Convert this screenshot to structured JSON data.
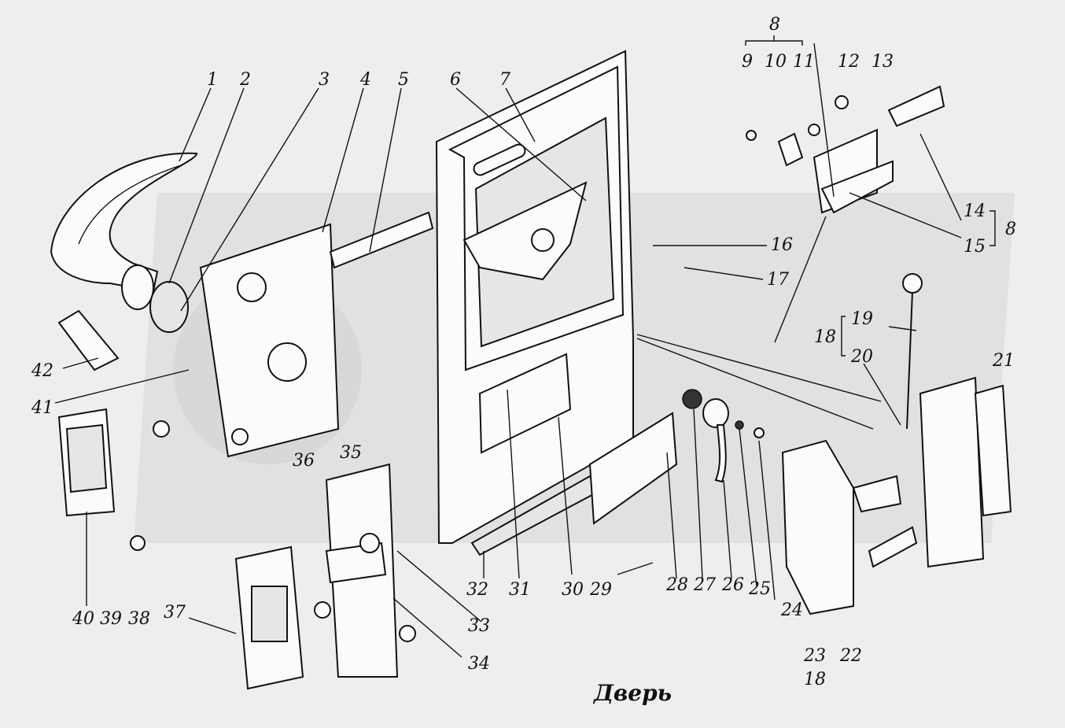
{
  "caption": "Дверь",
  "callouts": [
    {
      "id": "1",
      "text": "1"
    },
    {
      "id": "2",
      "text": "2"
    },
    {
      "id": "3",
      "text": "3"
    },
    {
      "id": "4",
      "text": "4"
    },
    {
      "id": "5",
      "text": "5"
    },
    {
      "id": "6",
      "text": "6"
    },
    {
      "id": "7",
      "text": "7"
    },
    {
      "id": "8a",
      "text": "8"
    },
    {
      "id": "9",
      "text": "9"
    },
    {
      "id": "10",
      "text": "10"
    },
    {
      "id": "11",
      "text": "11"
    },
    {
      "id": "12",
      "text": "12"
    },
    {
      "id": "13",
      "text": "13"
    },
    {
      "id": "14",
      "text": "14"
    },
    {
      "id": "8b",
      "text": "8"
    },
    {
      "id": "15",
      "text": "15"
    },
    {
      "id": "16",
      "text": "16"
    },
    {
      "id": "17",
      "text": "17"
    },
    {
      "id": "18a",
      "text": "18"
    },
    {
      "id": "19",
      "text": "19"
    },
    {
      "id": "20",
      "text": "20"
    },
    {
      "id": "21",
      "text": "21"
    },
    {
      "id": "22",
      "text": "22"
    },
    {
      "id": "23",
      "text": "23"
    },
    {
      "id": "18b",
      "text": "18"
    },
    {
      "id": "24",
      "text": "24"
    },
    {
      "id": "25",
      "text": "25"
    },
    {
      "id": "26",
      "text": "26"
    },
    {
      "id": "27",
      "text": "27"
    },
    {
      "id": "28",
      "text": "28"
    },
    {
      "id": "29",
      "text": "29"
    },
    {
      "id": "30",
      "text": "30"
    },
    {
      "id": "31",
      "text": "31"
    },
    {
      "id": "32",
      "text": "32"
    },
    {
      "id": "33",
      "text": "33"
    },
    {
      "id": "34",
      "text": "34"
    },
    {
      "id": "35",
      "text": "35"
    },
    {
      "id": "36",
      "text": "36"
    },
    {
      "id": "37",
      "text": "37"
    },
    {
      "id": "38",
      "text": "38"
    },
    {
      "id": "39",
      "text": "39"
    },
    {
      "id": "40",
      "text": "40"
    },
    {
      "id": "41",
      "text": "41"
    },
    {
      "id": "42",
      "text": "42"
    }
  ],
  "colors": {
    "background": "#eeeeee",
    "ink": "#111111",
    "watermark": "#c9c9c9"
  }
}
